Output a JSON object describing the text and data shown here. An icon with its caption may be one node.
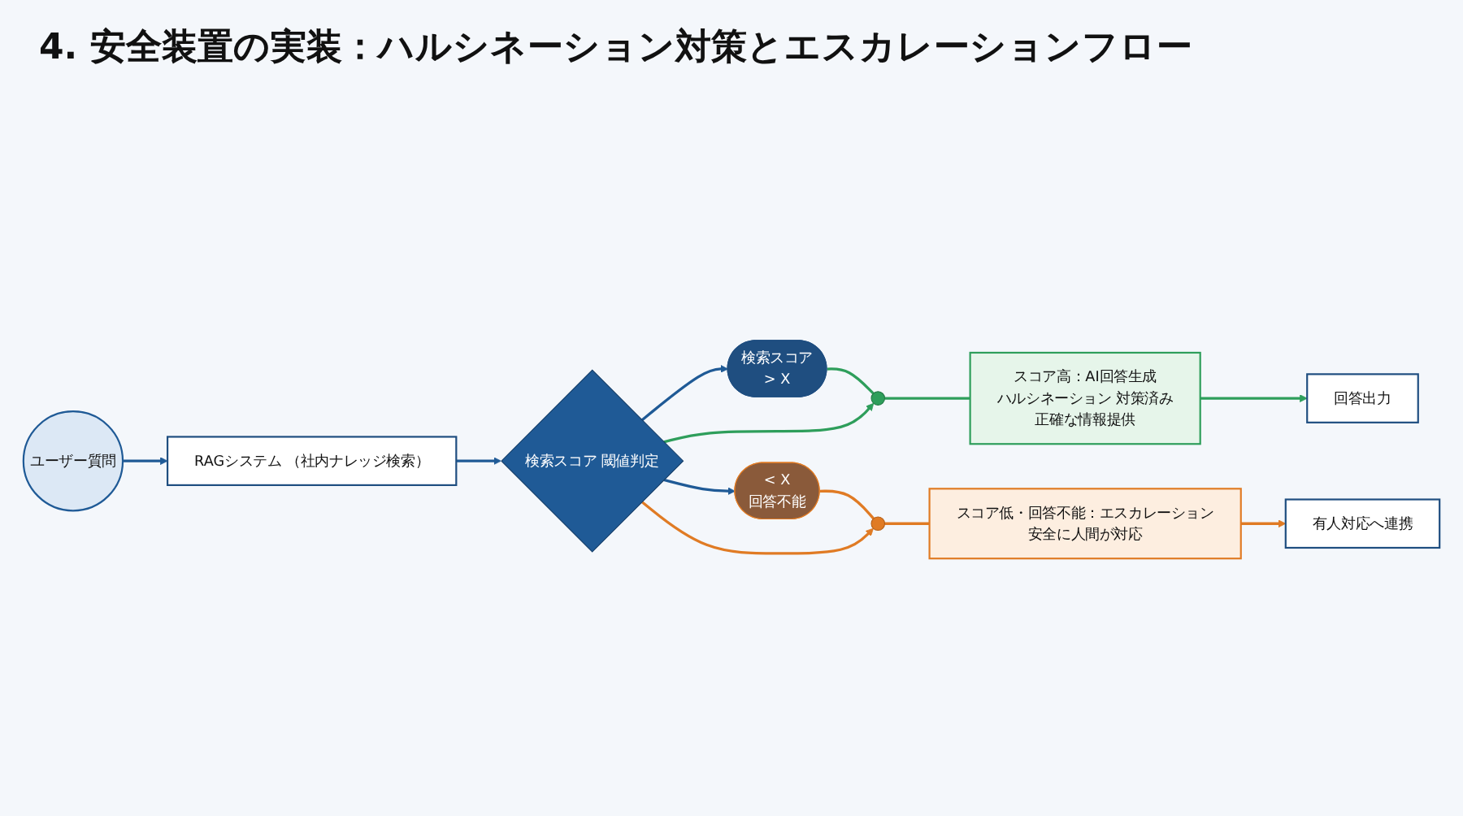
{
  "diagram": {
    "title": "4. 安全装置の実装：ハルシネーション対策とエスカレーションフロー",
    "nodes": [
      {
        "text": [
          "ユーザー質問"
        ]
      },
      {
        "text": [
          "RAGシステム （社内ナレッジ検索）"
        ]
      },
      {
        "text": [
          "検索スコア 閾値判定"
        ]
      },
      {
        "text": [
          "検索スコア",
          "> X"
        ]
      },
      {
        "text": [],
        "shape": "circle"
      },
      {
        "text": [
          "スコア高：AI回答生成",
          "ハルシネーション 対策済み",
          "正確な情報提供"
        ]
      },
      {
        "text": [
          "回答出力"
        ]
      },
      {
        "text": [
          "< X",
          "回答不能"
        ]
      },
      {
        "text": [],
        "shape": "circle"
      },
      {
        "text": [
          "スコア低・回答不能：エスカレーション",
          "安全に人間が対応"
        ]
      },
      {
        "text": [
          "有人対応へ連携"
        ]
      }
    ],
    "edges": [
      {
        "from": 0,
        "to": 1,
        "arrow": "to"
      },
      {
        "from": 1,
        "to": 2,
        "arrow": "to"
      },
      {
        "from": 2,
        "to": 3,
        "arrow": "to"
      },
      {
        "from": 3,
        "to": 4,
        "arrow": "none",
        "color": "#2e9e5b"
      },
      {
        "from": 2,
        "to": 4,
        "arrow": "to",
        "color": "#2e9e5b"
      },
      {
        "from": 4,
        "to": 5,
        "arrow": "none",
        "color": "#2e9e5b"
      },
      {
        "from": 5,
        "to": 6,
        "arrow": "to",
        "color": "#2e9e5b"
      },
      {
        "from": 2,
        "to": 7,
        "arrow": "to"
      },
      {
        "from": 7,
        "to": 8,
        "arrow": "none",
        "color": "#e07b24"
      },
      {
        "from": 2,
        "to": 8,
        "arrow": "to",
        "color": "#e07b24"
      },
      {
        "from": 8,
        "to": 9,
        "arrow": "none",
        "color": "#e07b24"
      },
      {
        "from": 9,
        "to": 10,
        "arrow": "to",
        "color": "#e07b24"
      }
    ]
  }
}
